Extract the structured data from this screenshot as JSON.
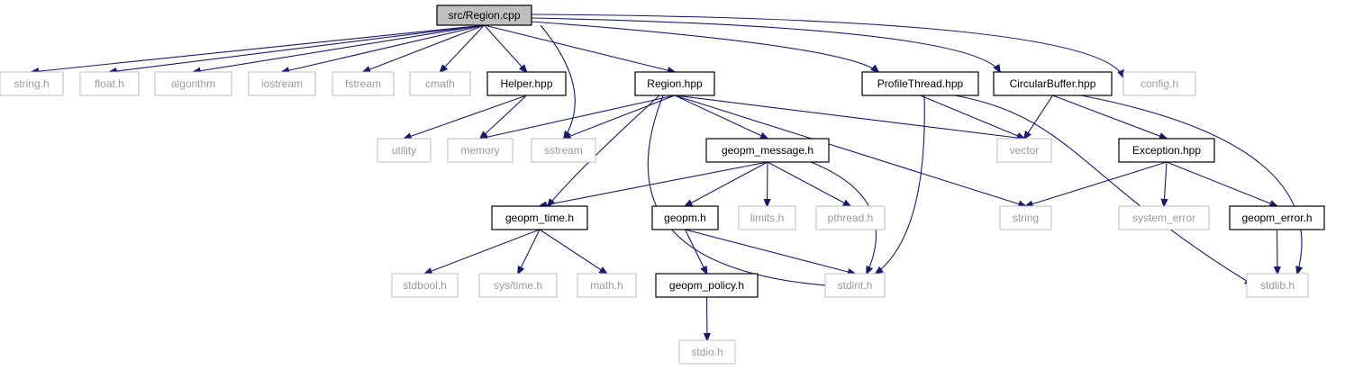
{
  "nodes": [
    {
      "id": "region_cpp",
      "label": "src/Region.cpp",
      "kind": "root"
    },
    {
      "id": "string_h",
      "label": "string.h",
      "kind": "external"
    },
    {
      "id": "float_h",
      "label": "float.h",
      "kind": "external"
    },
    {
      "id": "algorithm",
      "label": "algorithm",
      "kind": "external"
    },
    {
      "id": "iostream",
      "label": "iostream",
      "kind": "external"
    },
    {
      "id": "fstream",
      "label": "fstream",
      "kind": "external"
    },
    {
      "id": "cmath",
      "label": "cmath",
      "kind": "external"
    },
    {
      "id": "helper_hpp",
      "label": "Helper.hpp",
      "kind": "internal"
    },
    {
      "id": "region_hpp",
      "label": "Region.hpp",
      "kind": "internal"
    },
    {
      "id": "profilethread_hpp",
      "label": "ProfileThread.hpp",
      "kind": "internal"
    },
    {
      "id": "circularbuffer_hpp",
      "label": "CircularBuffer.hpp",
      "kind": "internal"
    },
    {
      "id": "config_h",
      "label": "config.h",
      "kind": "external"
    },
    {
      "id": "utility",
      "label": "utility",
      "kind": "external"
    },
    {
      "id": "memory",
      "label": "memory",
      "kind": "external"
    },
    {
      "id": "sstream",
      "label": "sstream",
      "kind": "external"
    },
    {
      "id": "geopm_message_h",
      "label": "geopm_message.h",
      "kind": "internal"
    },
    {
      "id": "vector",
      "label": "vector",
      "kind": "external"
    },
    {
      "id": "exception_hpp",
      "label": "Exception.hpp",
      "kind": "internal"
    },
    {
      "id": "geopm_time_h",
      "label": "geopm_time.h",
      "kind": "internal"
    },
    {
      "id": "geopm_h",
      "label": "geopm.h",
      "kind": "internal"
    },
    {
      "id": "limits_h",
      "label": "limits.h",
      "kind": "external"
    },
    {
      "id": "pthread_h",
      "label": "pthread.h",
      "kind": "external"
    },
    {
      "id": "string",
      "label": "string",
      "kind": "external"
    },
    {
      "id": "system_error",
      "label": "system_error",
      "kind": "external"
    },
    {
      "id": "geopm_error_h",
      "label": "geopm_error.h",
      "kind": "internal"
    },
    {
      "id": "stdbool_h",
      "label": "stdbool.h",
      "kind": "external"
    },
    {
      "id": "sys_time_h",
      "label": "sys/time.h",
      "kind": "external"
    },
    {
      "id": "math_h",
      "label": "math.h",
      "kind": "external"
    },
    {
      "id": "geopm_policy_h",
      "label": "geopm_policy.h",
      "kind": "internal"
    },
    {
      "id": "stdint_h",
      "label": "stdint.h",
      "kind": "external"
    },
    {
      "id": "stdlib_h",
      "label": "stdlib.h",
      "kind": "external"
    },
    {
      "id": "stdio_h",
      "label": "stdio.h",
      "kind": "external"
    }
  ],
  "edges": [
    [
      "region_cpp",
      "string_h"
    ],
    [
      "region_cpp",
      "float_h"
    ],
    [
      "region_cpp",
      "algorithm"
    ],
    [
      "region_cpp",
      "iostream"
    ],
    [
      "region_cpp",
      "fstream"
    ],
    [
      "region_cpp",
      "cmath"
    ],
    [
      "region_cpp",
      "helper_hpp"
    ],
    [
      "region_cpp",
      "region_hpp"
    ],
    [
      "region_cpp",
      "profilethread_hpp"
    ],
    [
      "region_cpp",
      "circularbuffer_hpp"
    ],
    [
      "region_cpp",
      "config_h"
    ],
    [
      "region_cpp",
      "sstream"
    ],
    [
      "helper_hpp",
      "utility"
    ],
    [
      "helper_hpp",
      "memory"
    ],
    [
      "region_hpp",
      "memory"
    ],
    [
      "region_hpp",
      "sstream"
    ],
    [
      "region_hpp",
      "geopm_message_h"
    ],
    [
      "region_hpp",
      "vector"
    ],
    [
      "region_hpp",
      "string"
    ],
    [
      "region_hpp",
      "geopm_time_h"
    ],
    [
      "region_hpp",
      "stdint_h"
    ],
    [
      "profilethread_hpp",
      "vector"
    ],
    [
      "profilethread_hpp",
      "stdint_h"
    ],
    [
      "profilethread_hpp",
      "stdlib_h"
    ],
    [
      "circularbuffer_hpp",
      "vector"
    ],
    [
      "circularbuffer_hpp",
      "exception_hpp"
    ],
    [
      "circularbuffer_hpp",
      "stdlib_h"
    ],
    [
      "geopm_message_h",
      "geopm_time_h"
    ],
    [
      "geopm_message_h",
      "geopm_h"
    ],
    [
      "geopm_message_h",
      "limits_h"
    ],
    [
      "geopm_message_h",
      "pthread_h"
    ],
    [
      "geopm_message_h",
      "stdint_h"
    ],
    [
      "exception_hpp",
      "string"
    ],
    [
      "exception_hpp",
      "system_error"
    ],
    [
      "exception_hpp",
      "geopm_error_h"
    ],
    [
      "geopm_error_h",
      "stdlib_h"
    ],
    [
      "geopm_time_h",
      "stdbool_h"
    ],
    [
      "geopm_time_h",
      "sys_time_h"
    ],
    [
      "geopm_time_h",
      "math_h"
    ],
    [
      "geopm_h",
      "geopm_policy_h"
    ],
    [
      "geopm_h",
      "stdint_h"
    ],
    [
      "geopm_policy_h",
      "stdio_h"
    ]
  ]
}
